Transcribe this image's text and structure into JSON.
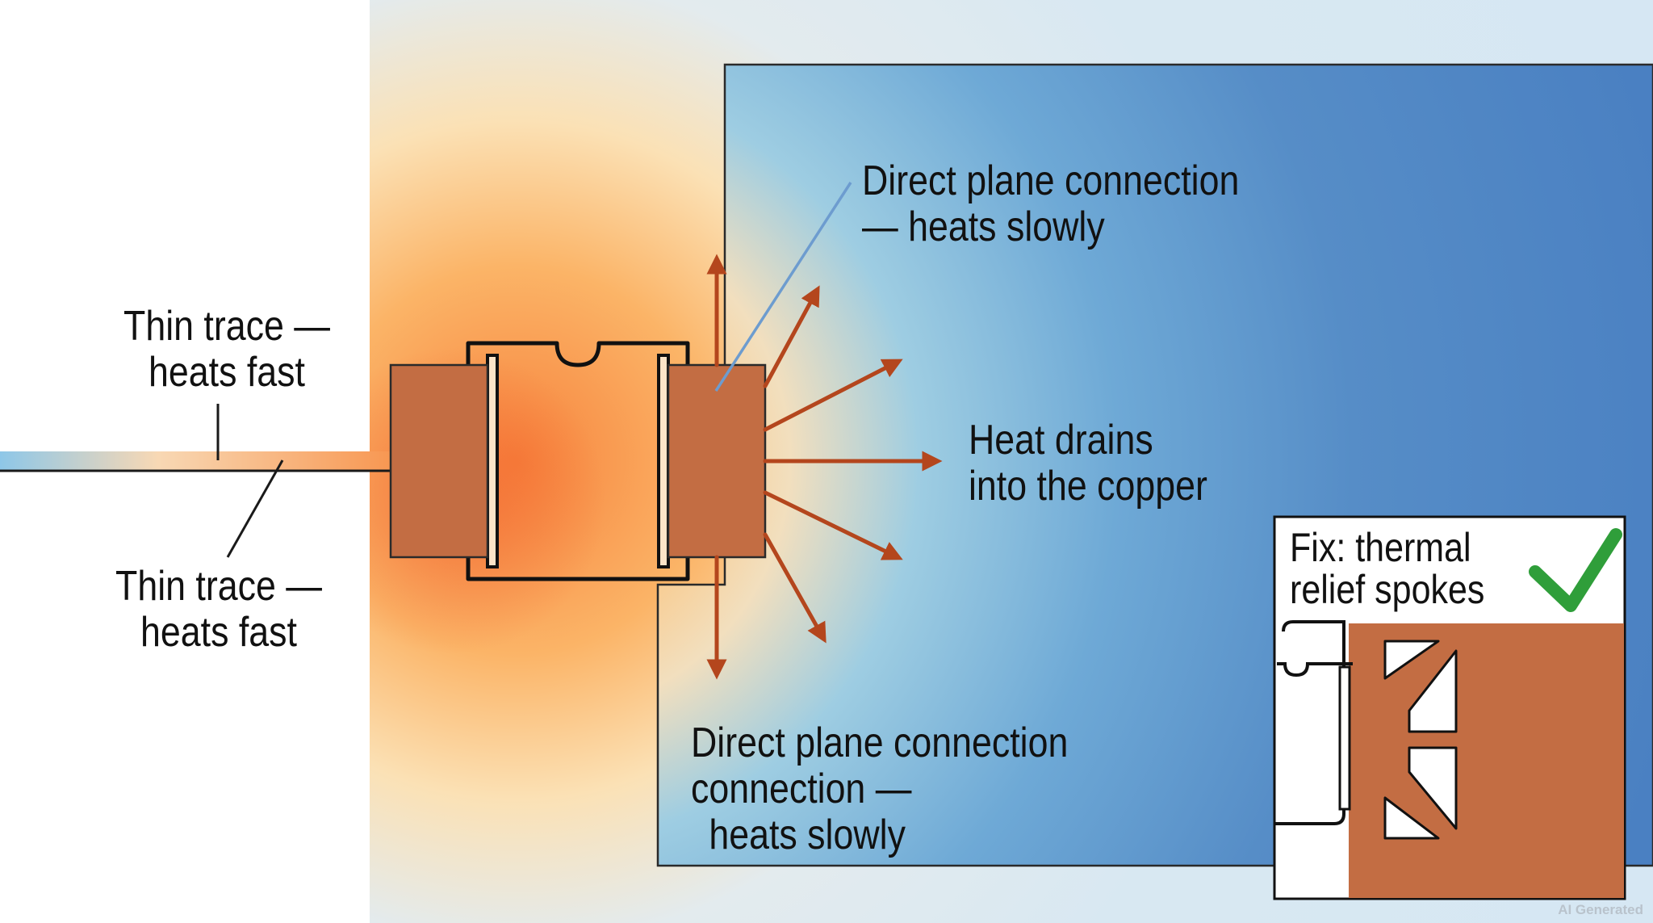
{
  "labels": {
    "trace_top": {
      "line1": "Thin trace —",
      "line2": "heats fast"
    },
    "trace_bottom": {
      "line1": "Thin trace —",
      "line2": "heats fast"
    },
    "plane_top": {
      "line1": "Direct plane connection",
      "line2": "— heats slowly"
    },
    "heat_drain": {
      "line1": "Heat drains",
      "line2": "into the copper"
    },
    "plane_bottom": {
      "line1": "Direct plane connection",
      "line2": "connection —",
      "line3": "heats slowly"
    }
  },
  "inset": {
    "title_line1": "Fix: thermal",
    "title_line2": "relief spokes",
    "check_icon": "checkmark-icon"
  },
  "watermark": "AI Generated",
  "colors": {
    "copper": "#c36d43",
    "arrow": "#b4461d",
    "plane_blue": "#4f86c6",
    "heat_core": "#f05a2a",
    "check_green": "#2f9e3a"
  }
}
